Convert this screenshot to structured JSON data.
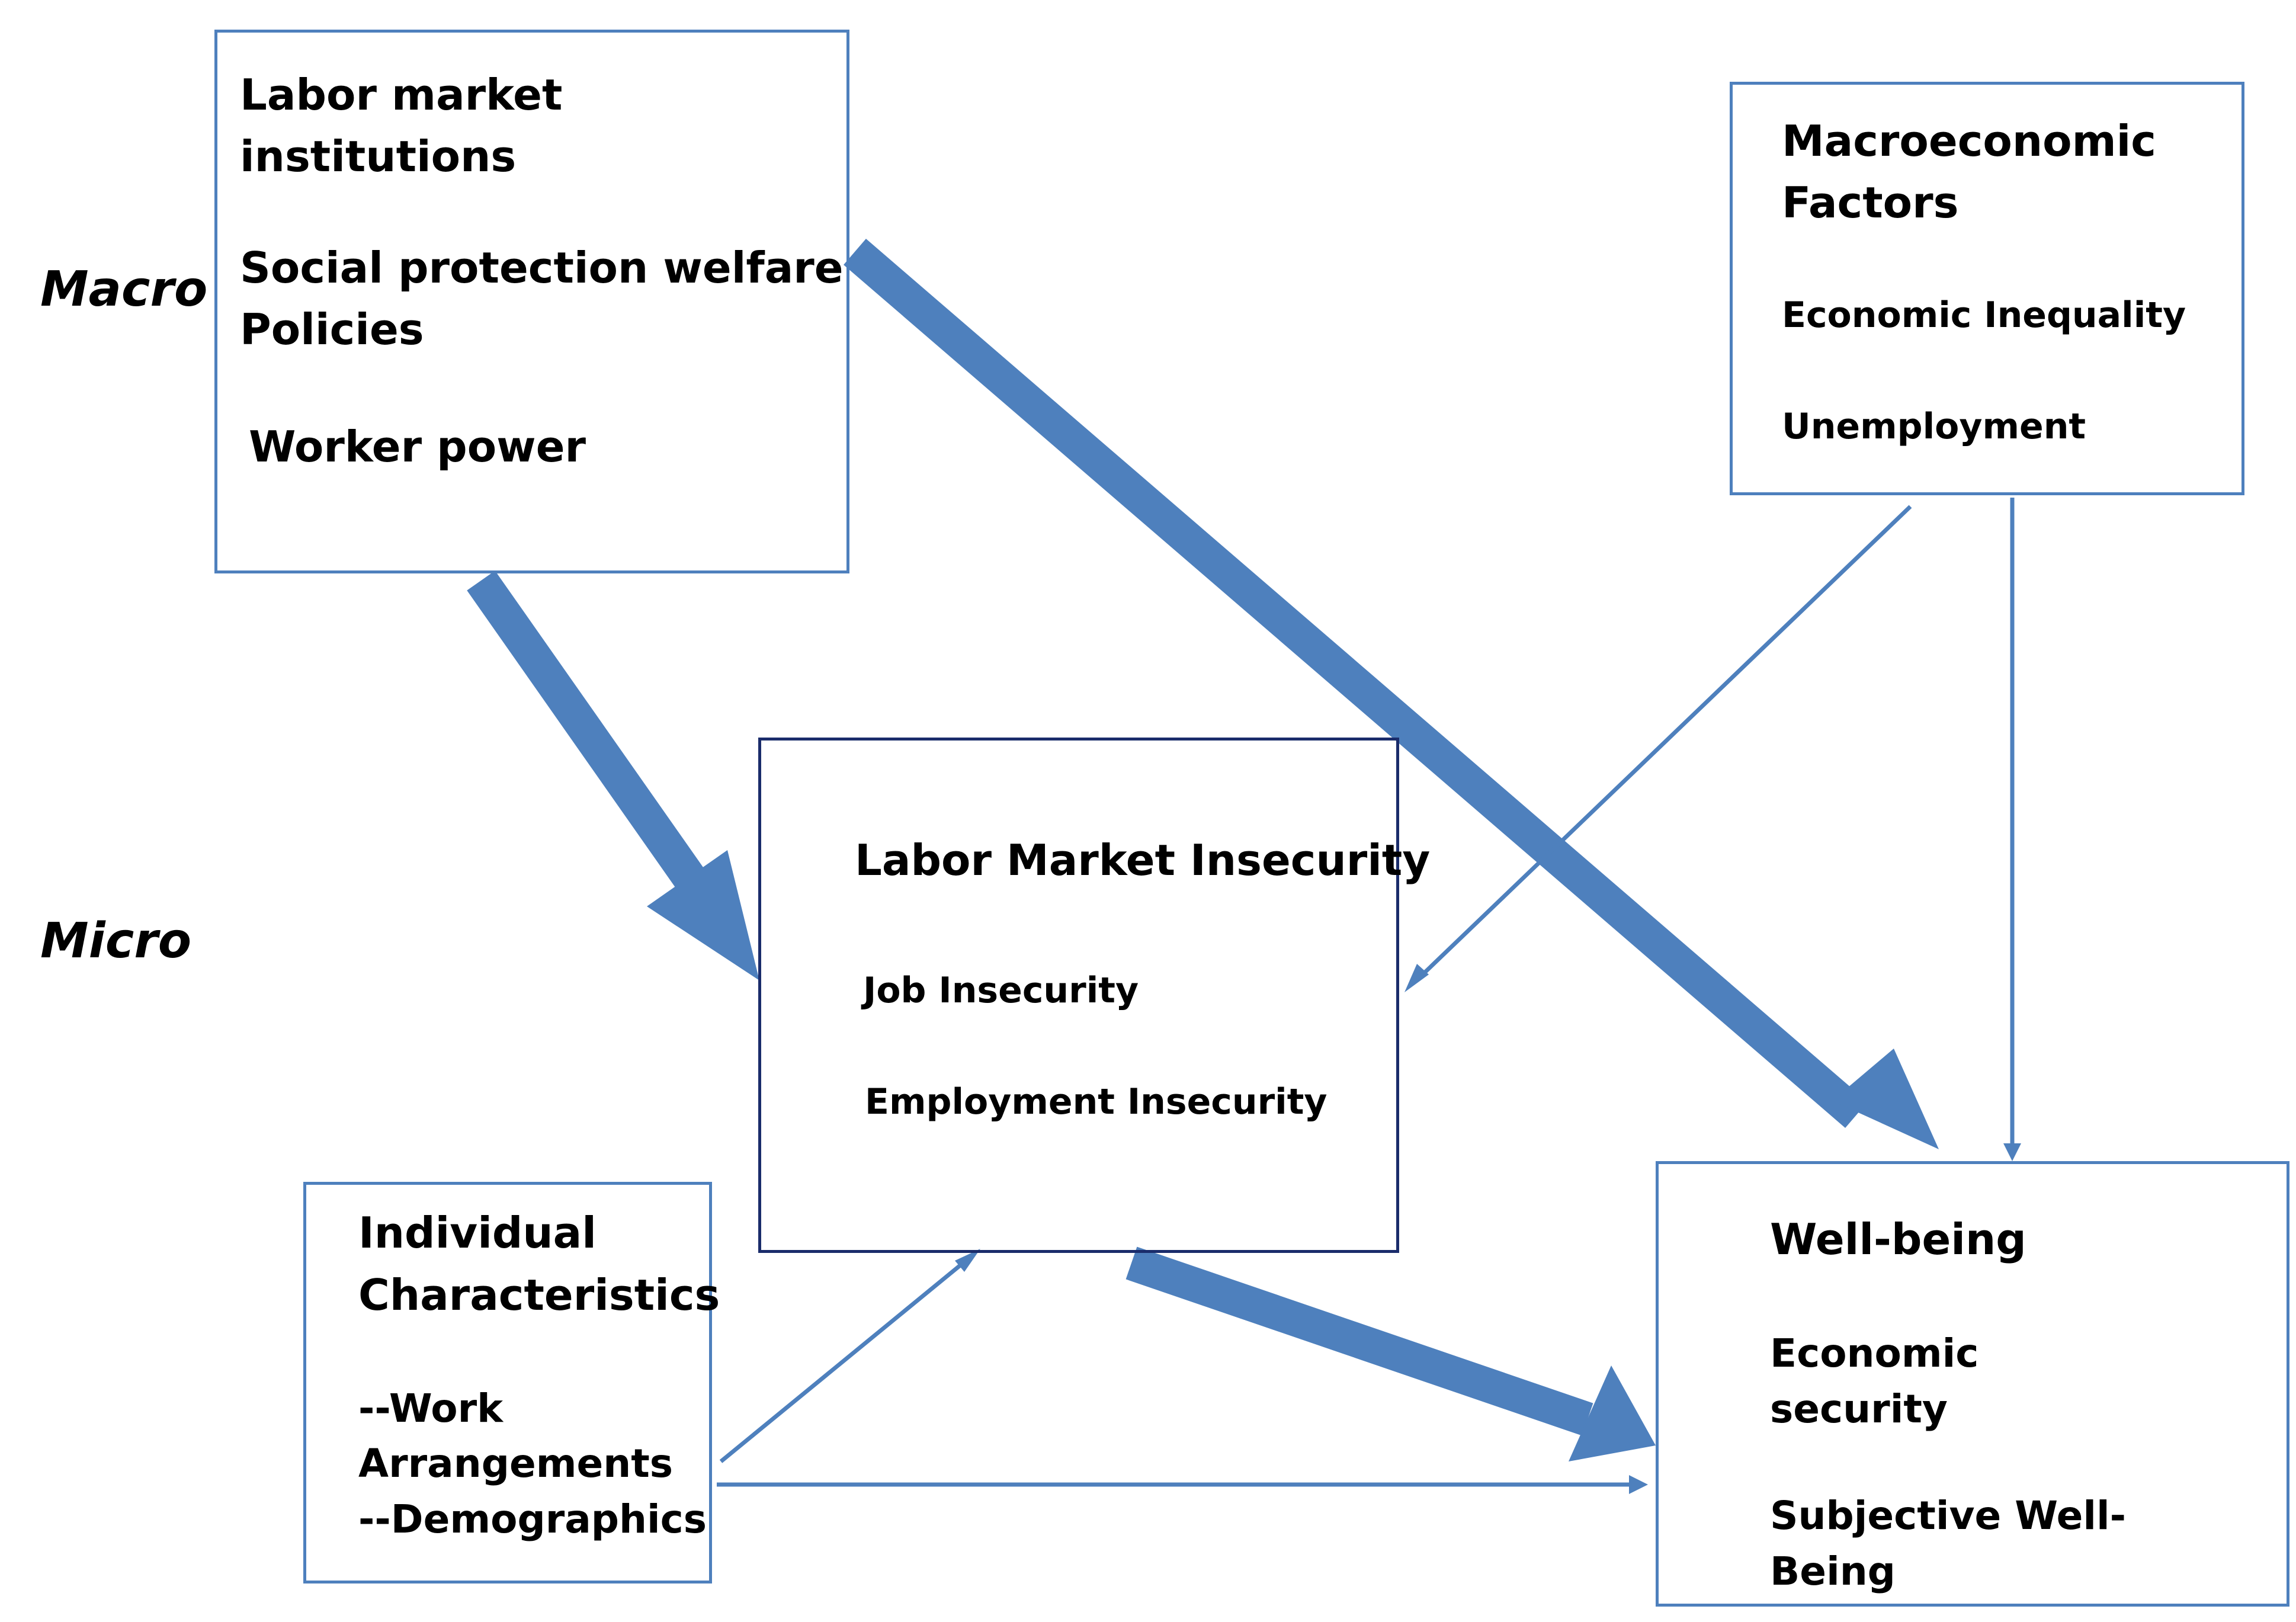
{
  "levels": {
    "macro": "Macro",
    "micro": "Micro"
  },
  "boxes": {
    "institutions": {
      "line1": "Labor market",
      "line2": "institutions",
      "line3": "Social protection welfare",
      "line4": "Policies",
      "line5": "Worker power"
    },
    "macroeconomic": {
      "title1": "Macroeconomic",
      "title2": "Factors",
      "item1": "Economic Inequality",
      "item2": "Unemployment"
    },
    "insecurity": {
      "title": "Labor Market Insecurity",
      "item1": "Job Insecurity",
      "item2": "Employment Insecurity"
    },
    "individual": {
      "title1": "Individual",
      "title2": "Characteristics",
      "item1": "--Work",
      "item2": "Arrangements",
      "item3": "--Demographics"
    },
    "wellbeing": {
      "title": "Well-being",
      "item1a": "Economic",
      "item1b": "security",
      "item2a": "Subjective Well-",
      "item2b": "Being"
    }
  },
  "colors": {
    "arrow": "#4e80bd",
    "box_border": "#4e80bd",
    "center_box_border": "#1a2c6b",
    "text": "#000000"
  }
}
